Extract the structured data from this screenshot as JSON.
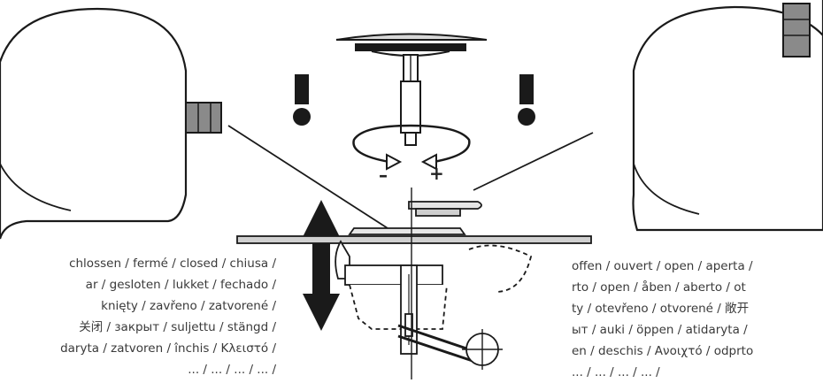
{
  "labels": {
    "minus": "–",
    "plus": "+"
  },
  "left_caption": {
    "lines": [
      "chlossen / fermé / closed / chiusa /",
      "ar / gesloten / lukket / fechado /",
      "knięty / zavřeno / zatvorené /",
      "关闭 / закрыт / suljettu / stängd /",
      "daryta / zatvoren / închis / Κλειστό /",
      "... / ... / ... / ... /"
    ]
  },
  "right_caption": {
    "lines": [
      "offen / ouvert / open / aperta /",
      "rto / open / åben / aberto / ot",
      "ty / otevřeno / otvorené / 敞开",
      "ыт / auki / öppen / atidaryta /",
      "en / deschis / Ανοιχτό / odprto",
      "... / ... / ... / ... /"
    ]
  },
  "colors": {
    "line": "#1a1a1a",
    "fill": "#ffffff",
    "knob": "#8a8a8a"
  }
}
